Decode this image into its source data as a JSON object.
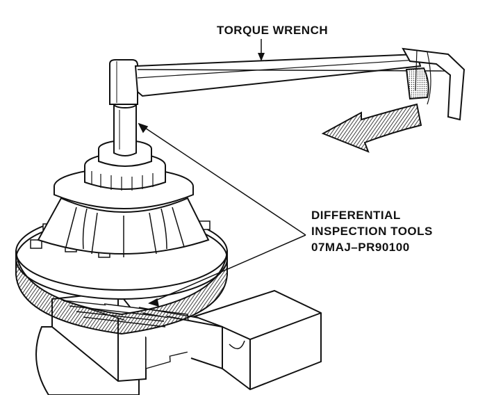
{
  "labels": {
    "torque_wrench": "TORQUE WRENCH",
    "differential_tools": {
      "line1": "DIFFERENTIAL",
      "line2": "INSPECTION TOOLS",
      "line3": "07MAJ–PR90100"
    }
  },
  "colors": {
    "ink": "#111111",
    "background": "#ffffff",
    "shade": "#3a3a3a"
  }
}
